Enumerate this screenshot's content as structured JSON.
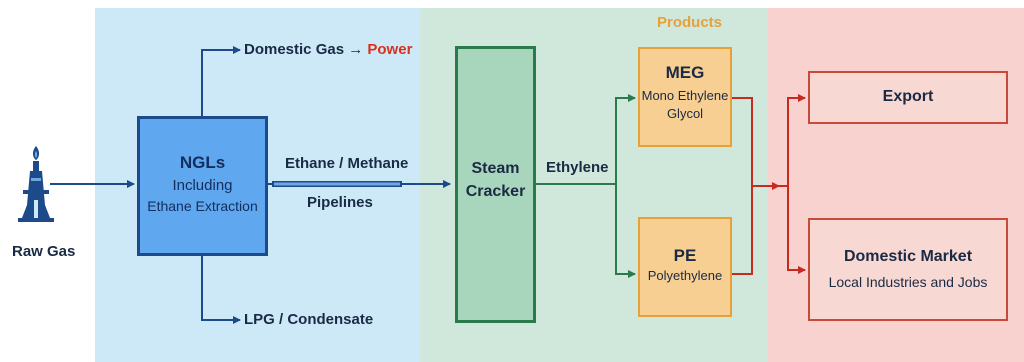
{
  "labels": {
    "raw_gas": "Raw Gas",
    "domestic_gas": "Domestic Gas →",
    "power": "Power",
    "lpg": "LPG / Condensate",
    "ethane_methane": "Ethane / Methane",
    "pipelines": "Pipelines",
    "ethylene": "Ethylene",
    "products": "Products"
  },
  "ngl": {
    "title": "NGLs",
    "line1": "Including",
    "line2": "Ethane Extraction"
  },
  "steam": {
    "line1": "Steam",
    "line2": "Cracker"
  },
  "meg": {
    "title": "MEG",
    "line1": "Mono Ethylene",
    "line2": "Glycol"
  },
  "pe": {
    "title": "PE",
    "line1": "Polyethylene"
  },
  "export": {
    "title": "Export"
  },
  "domestic": {
    "title": "Domestic Market",
    "subtitle": "Local Industries and Jobs"
  },
  "colors": {
    "blue_zone": "#cde9f8",
    "green_zone": "#cfe8db",
    "red_zone": "#f8d2cf",
    "navy": "#1c4a8a",
    "power_red": "#d8321e",
    "products_orange": "#e8a038",
    "arrow_green": "#2a7a4c",
    "arrow_red": "#c82a1e"
  },
  "icons": {
    "raw_gas": "gas-well-flare-icon"
  }
}
